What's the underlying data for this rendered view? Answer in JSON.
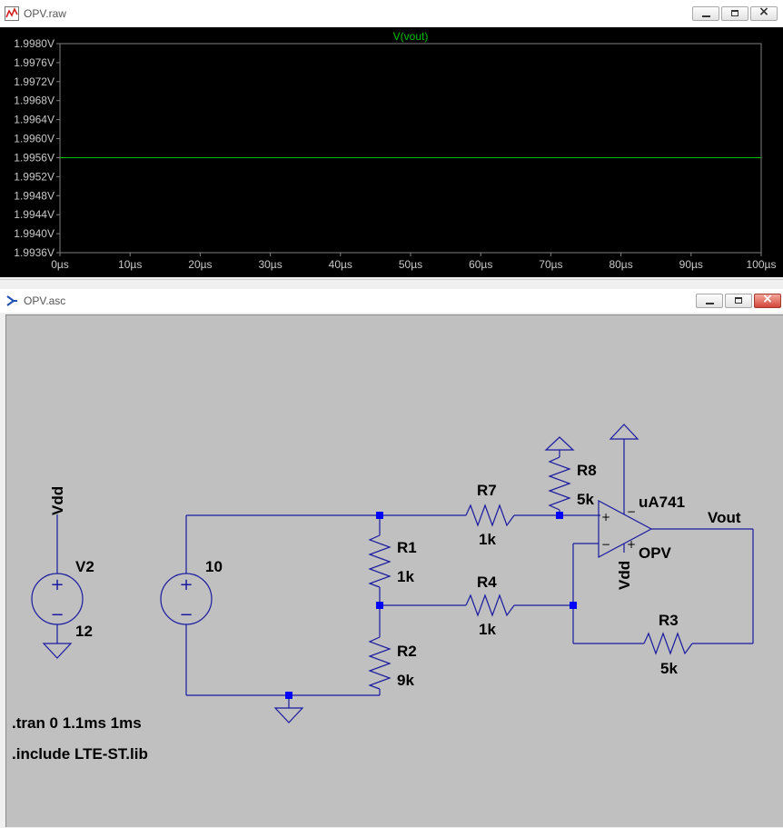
{
  "plot_window": {
    "title": "OPV.raw",
    "trace_label": "V(vout)",
    "trace_color": "#00c000",
    "colors": {
      "background": "#000000",
      "grid": "#808080",
      "axis_text": "#c8c8c8"
    },
    "y_ticks": [
      "1.9980V",
      "1.9976V",
      "1.9972V",
      "1.9968V",
      "1.9964V",
      "1.9960V",
      "1.9956V",
      "1.9952V",
      "1.9948V",
      "1.9944V",
      "1.9940V",
      "1.9936V"
    ],
    "x_ticks": [
      "0µs",
      "10µs",
      "20µs",
      "30µs",
      "40µs",
      "50µs",
      "60µs",
      "70µs",
      "80µs",
      "90µs",
      "100µs"
    ]
  },
  "chart_data": {
    "type": "line",
    "title": "V(vout)",
    "x_unit": "µs",
    "xlim": [
      0,
      100
    ],
    "ylim": [
      1.9936,
      1.998
    ],
    "series": [
      {
        "name": "V(vout)",
        "x": [
          0,
          100
        ],
        "y": [
          1.9956,
          1.9956
        ]
      }
    ]
  },
  "schematic_window": {
    "title": "OPV.asc",
    "colors": {
      "canvas": "#c0c0c0",
      "wire": "#1a1aa0",
      "junction": "#0000ff"
    },
    "labels": {
      "vdd_left": "Vdd",
      "v2_name": "V2",
      "v2_value": "12",
      "v1_value": "10",
      "r1_name": "R1",
      "r1_value": "1k",
      "r2_name": "R2",
      "r2_value": "9k",
      "r7_name": "R7",
      "r7_value": "1k",
      "r4_name": "R4",
      "r4_value": "1k",
      "r8_name": "R8",
      "r8_value": "5k",
      "r3_name": "R3",
      "r3_value": "5k",
      "opamp_model": "uA741",
      "opamp_name": "OPV",
      "vdd_opamp": "Vdd",
      "vout": "Vout",
      "plus_sign": "+",
      "minus_sign": "−"
    },
    "directives": [
      ".tran 0 1.1ms 1ms",
      ".include LTE-ST.lib"
    ]
  }
}
